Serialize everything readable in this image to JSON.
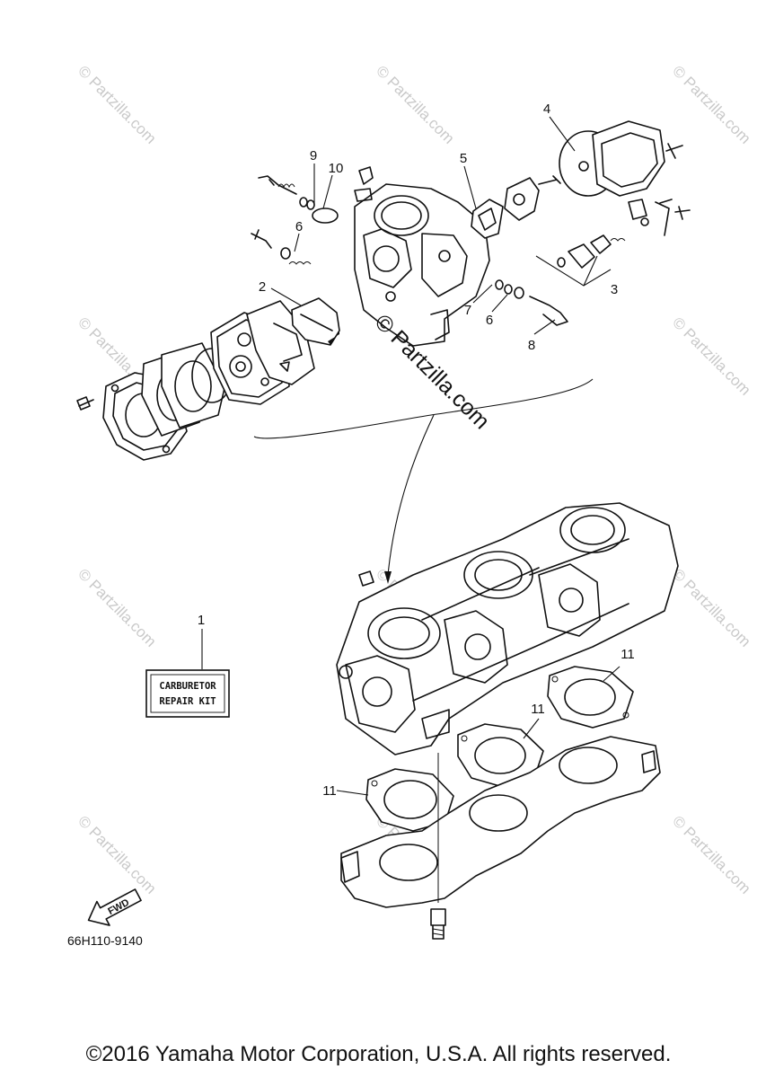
{
  "diagram": {
    "callouts": [
      {
        "id": "c1",
        "label": "1"
      },
      {
        "id": "c2",
        "label": "2"
      },
      {
        "id": "c3",
        "label": "3"
      },
      {
        "id": "c4",
        "label": "4"
      },
      {
        "id": "c5",
        "label": "5"
      },
      {
        "id": "c6a",
        "label": "6"
      },
      {
        "id": "c6b",
        "label": "6"
      },
      {
        "id": "c7",
        "label": "7"
      },
      {
        "id": "c8",
        "label": "8"
      },
      {
        "id": "c9",
        "label": "9"
      },
      {
        "id": "c10",
        "label": "10"
      },
      {
        "id": "c11a",
        "label": "11"
      },
      {
        "id": "c11b",
        "label": "11"
      },
      {
        "id": "c11c",
        "label": "11"
      }
    ],
    "repair_kit": {
      "line1": "CARBURETOR",
      "line2": "REPAIR KIT"
    },
    "fwd_label": "FWD",
    "diagram_code": "66H110-9140",
    "watermark_small": "© Partzilla.com",
    "watermark_large": "© Partzilla.com"
  },
  "footer": {
    "copyright": "©2016 Yamaha Motor Corporation, U.S.A. All rights reserved."
  }
}
